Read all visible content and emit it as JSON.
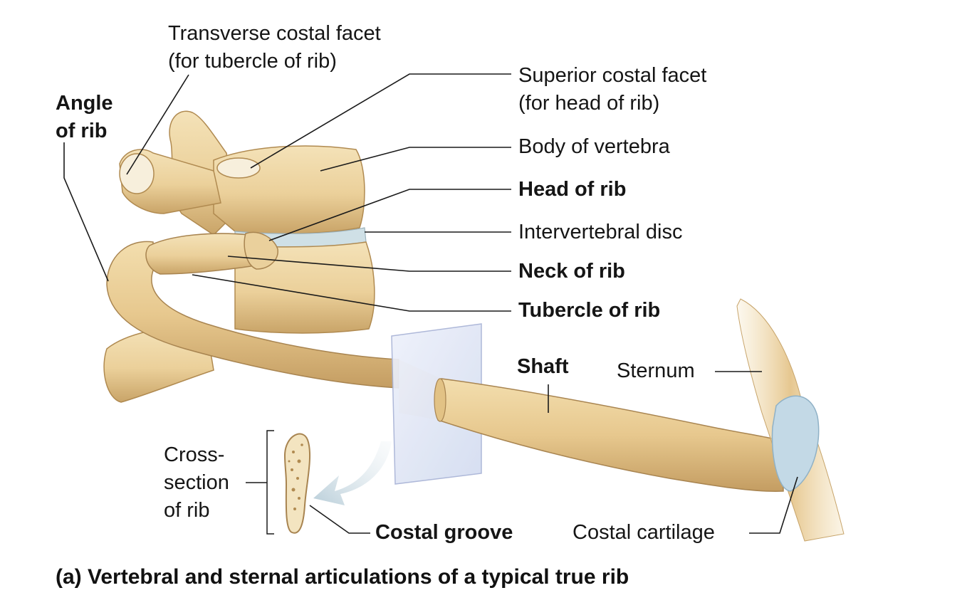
{
  "labels": {
    "transverse_costal_facet": {
      "line1": "Transverse costal facet",
      "line2": "(for tubercle of rib)"
    },
    "angle_of_rib": {
      "line1": "Angle",
      "line2": "of rib"
    },
    "superior_costal_facet": {
      "line1": "Superior costal facet",
      "line2": "(for head of rib)"
    },
    "body_of_vertebra": "Body of vertebra",
    "head_of_rib": "Head of rib",
    "intervertebral_disc": "Intervertebral disc",
    "neck_of_rib": "Neck of rib",
    "tubercle_of_rib": "Tubercle of rib",
    "shaft": "Shaft",
    "sternum": "Sternum",
    "cross_section": {
      "line1": "Cross-",
      "line2": "section",
      "line3": "of rib"
    },
    "costal_groove": "Costal groove",
    "costal_cartilage": "Costal cartilage"
  },
  "caption": "(a) Vertebral and sternal articulations of a typical true rib",
  "colors": {
    "bone": "#ecd3a0",
    "bone_shadow": "#c9a66a",
    "bone_dark": "#a88450",
    "disc": "#cfe0e6",
    "cartilage": "#c3d9e6",
    "plane": "#dde3f4",
    "leader": "#1a1a1a"
  }
}
